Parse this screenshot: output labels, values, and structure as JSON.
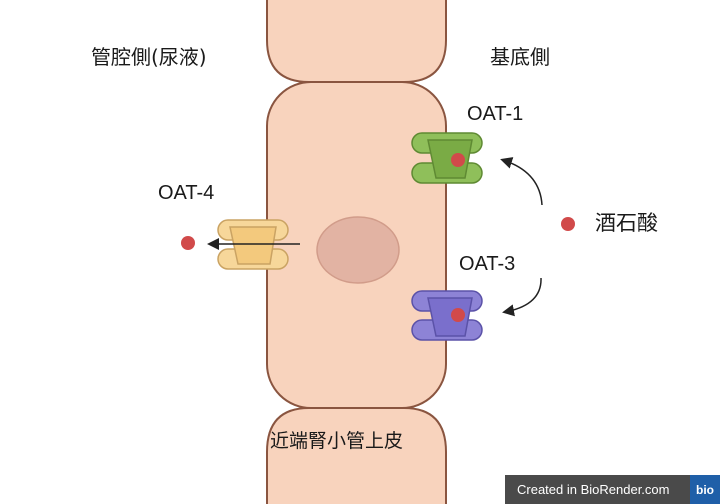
{
  "labels": {
    "apical_side": "管腔側(尿液)",
    "basolateral_side": "基底側",
    "cell": "近端腎小管上皮",
    "substrate": "酒石酸"
  },
  "transporters": {
    "oat1": {
      "label": "OAT-1",
      "color": "#8fbf5a"
    },
    "oat3": {
      "label": "OAT-3",
      "color": "#8d83d6"
    },
    "oat4": {
      "label": "OAT-4",
      "color": "#f7d79a"
    }
  },
  "colors": {
    "cell_fill": "#f8d3bd",
    "cell_stroke": "#8a5540",
    "nucleus": "#e2b3a3",
    "substrate_dot": "#d14a4a"
  },
  "watermark": {
    "text": "Created in BioRender.com",
    "badge": "bio"
  }
}
